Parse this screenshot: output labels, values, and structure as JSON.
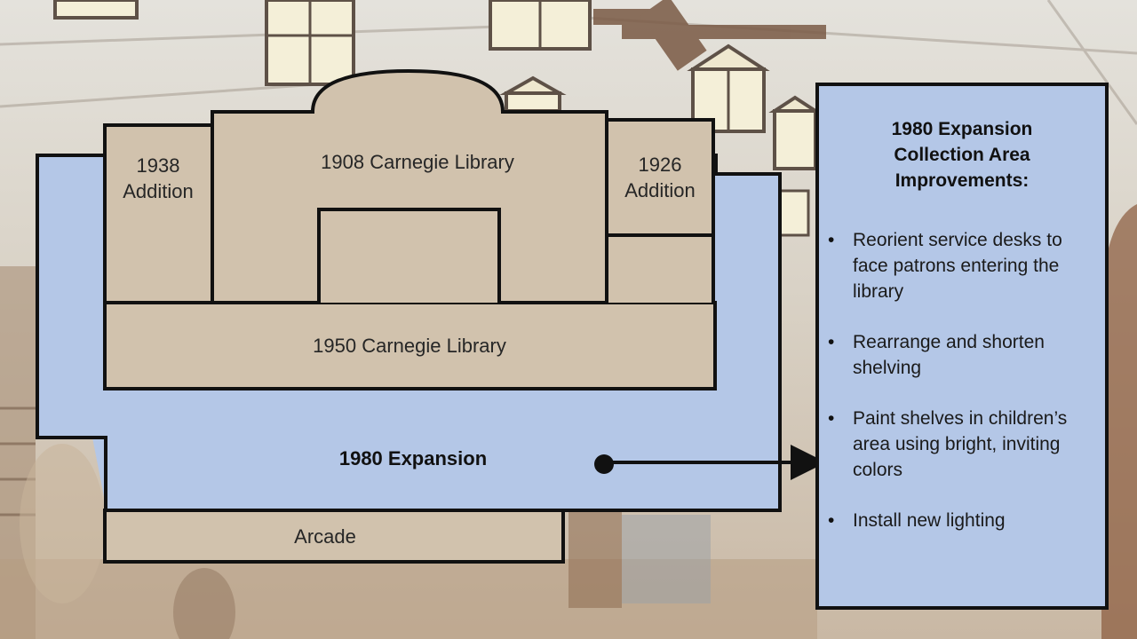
{
  "diagram": {
    "areas": {
      "addition_1938": [
        "1938",
        "Addition"
      ],
      "carnegie_1908": "1908 Carnegie Library",
      "addition_1926": [
        "1926",
        "Addition"
      ],
      "carnegie_1950": "1950 Carnegie Library",
      "expansion_1980": "1980 Expansion",
      "arcade": "Arcade"
    },
    "colors": {
      "building": "#d1c2ad",
      "expansion": "#b4c7e7",
      "outline": "#111111"
    }
  },
  "panel": {
    "title": "1980 Expansion\nCollection Area\nImprovements:",
    "bullets": [
      "Reorient service desks to face patrons entering the library",
      "Rearrange and shorten shelving",
      "Paint shelves in children’s area using bright, inviting colors",
      "Install new lighting"
    ]
  }
}
